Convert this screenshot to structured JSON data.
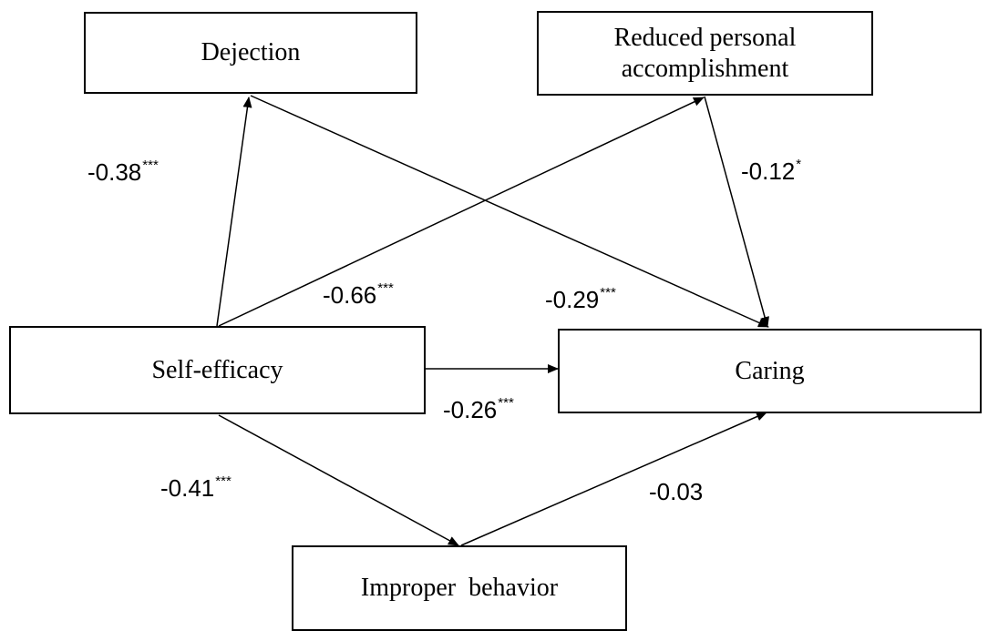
{
  "nodes": {
    "dejection": {
      "label": "Dejection"
    },
    "reduced_accomplishment": {
      "line1": "Reduced personal",
      "line2": "accomplishment"
    },
    "self_efficacy": {
      "label": "Self-efficacy"
    },
    "caring": {
      "label": "Caring"
    },
    "improper_behavior": {
      "label": "Improper  behavior"
    }
  },
  "paths": [
    {
      "id": "self-efficacy-to-dejection",
      "from": "Self-efficacy",
      "to": "Dejection",
      "coef": "-0.38",
      "sig": "***"
    },
    {
      "id": "self-efficacy-to-reduced-accomplishment",
      "from": "Self-efficacy",
      "to": "Reduced personal accomplishment",
      "coef": "-0.66",
      "sig": "***"
    },
    {
      "id": "dejection-to-caring",
      "from": "Dejection",
      "to": "Caring",
      "coef": "-0.29",
      "sig": "***"
    },
    {
      "id": "reduced-accomplishment-to-caring",
      "from": "Reduced personal accomplishment",
      "to": "Caring",
      "coef": "-0.12",
      "sig": "*"
    },
    {
      "id": "self-efficacy-to-caring",
      "from": "Self-efficacy",
      "to": "Caring",
      "coef": "-0.26",
      "sig": "***"
    },
    {
      "id": "self-efficacy-to-improper-behavior",
      "from": "Self-efficacy",
      "to": "Improper behavior",
      "coef": "-0.41",
      "sig": "***"
    },
    {
      "id": "improper-behavior-to-caring",
      "from": "Improper behavior",
      "to": "Caring",
      "coef": "-0.03",
      "sig": ""
    }
  ],
  "colors": {
    "stroke": "#000000",
    "text": "#000000",
    "background": "#ffffff"
  }
}
